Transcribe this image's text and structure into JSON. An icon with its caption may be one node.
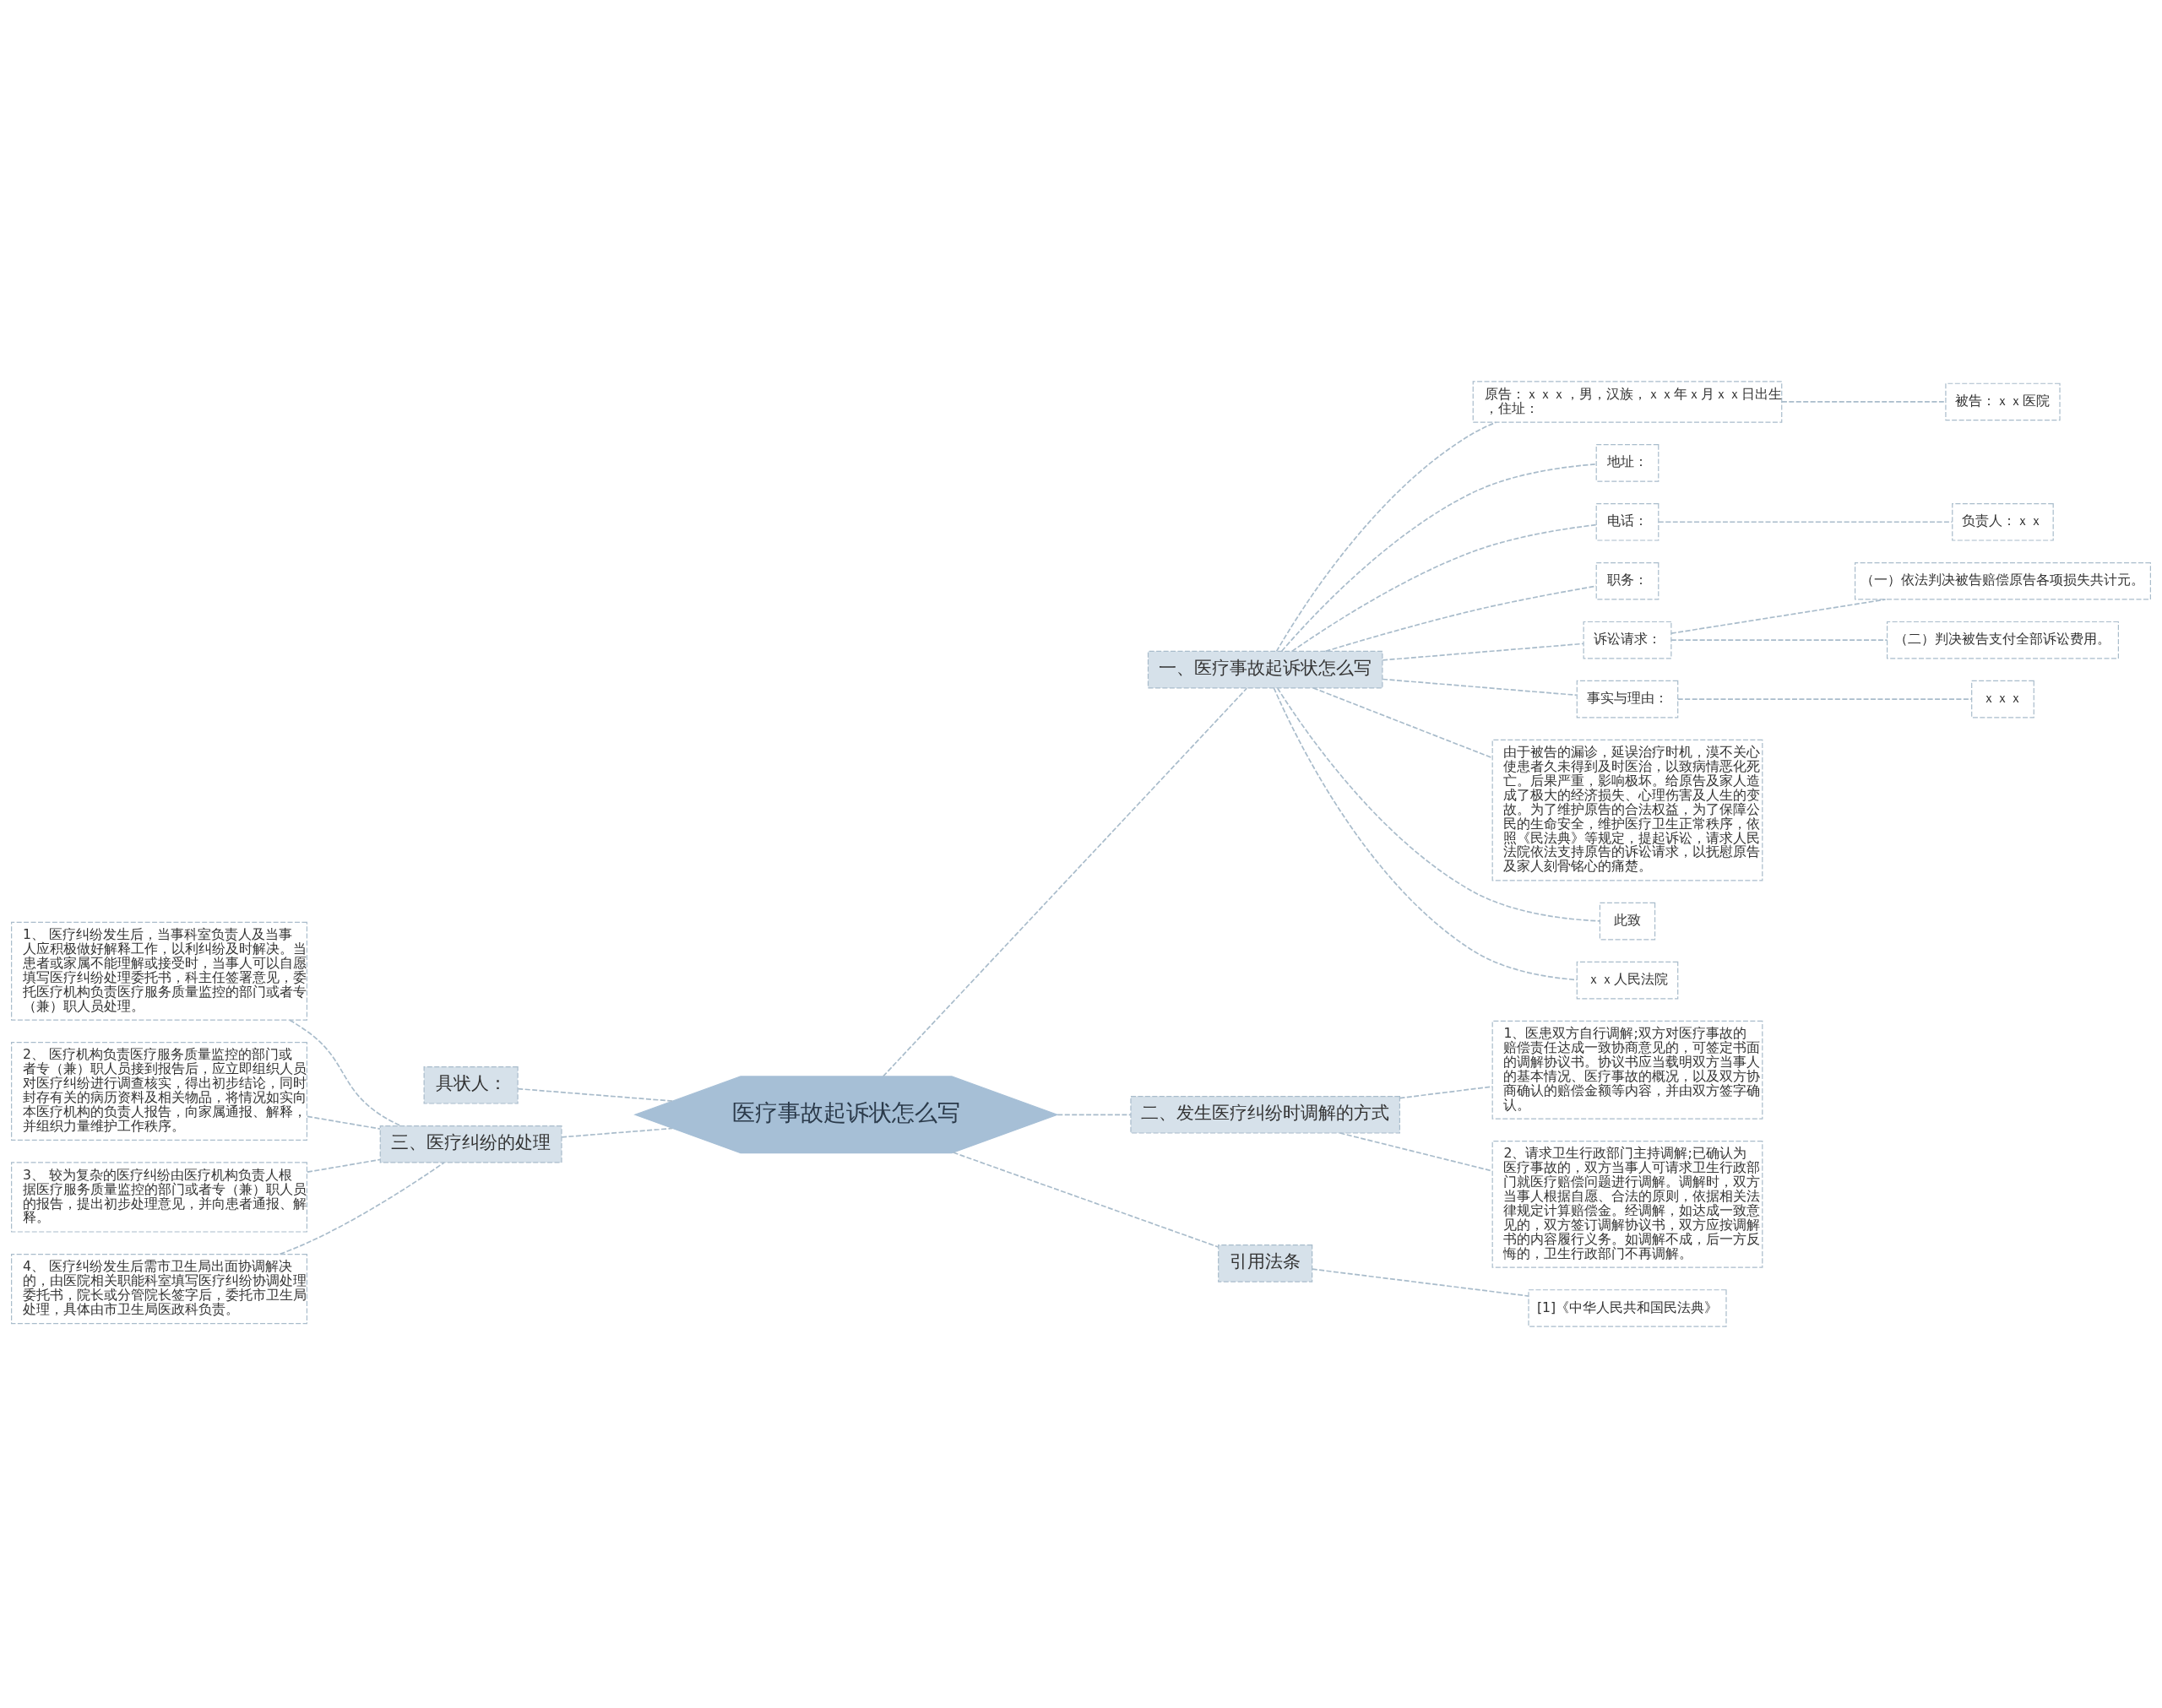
{
  "diagram": {
    "nodes": [
      {
        "text": [
          "医疗事故起诉状怎么写"
        ]
      },
      {
        "text": [
          "一、医疗事故起诉状怎么写"
        ]
      },
      {
        "text": [
          "原告：ｘｘｘ，男，汉族，ｘｘ年ｘ月ｘｘ日出生，住址："
        ]
      },
      {
        "text": [
          "被告：ｘｘ医院"
        ]
      },
      {
        "text": [
          "地址："
        ]
      },
      {
        "text": [
          "电话："
        ]
      },
      {
        "text": [
          "负责人：ｘｘ"
        ]
      },
      {
        "text": [
          "职务："
        ]
      },
      {
        "text": [
          "诉讼请求："
        ]
      },
      {
        "text": [
          "（一）依法判决被告赔偿原告各项损失共计元。"
        ]
      },
      {
        "text": [
          "（二）判决被告支付全部诉讼费用。"
        ]
      },
      {
        "text": [
          "事实与理由："
        ]
      },
      {
        "text": [
          "ｘｘｘ"
        ]
      },
      {
        "text": [
          "由于被告的漏诊，延误治疗时机，漠不关心使患者久未得到及时医治，以致病情恶化死亡。后果严重，影响极坏。给原告及家人造成了极大的经济损失、心理伤害及人生的变故。为了维护原告的合法权益，为了保障公民的生命安全，维护医疗卫生正常秩序，依照《民法典》等规定，提起诉讼，请求人民法院依法支持原告的诉讼请求，以抚慰原告及家人刻骨铭心的痛楚。"
        ]
      },
      {
        "text": [
          "此致"
        ]
      },
      {
        "text": [
          "ｘｘ人民法院"
        ]
      },
      {
        "text": [
          "二、发生医疗纠纷时调解的方式"
        ]
      },
      {
        "text": [
          "1、医患双方自行调解;双方对医疗事故的赔偿责任达成一致协商意见的，可签定书面的调解协议书。协议书应当载明双方当事人的基本情况、医疗事故的概况，以及双方协商确认的赔偿金额等内容，并由双方签字确认。"
        ]
      },
      {
        "text": [
          "2、请求卫生行政部门主持调解;已确认为医疗事故的，双方当事人可请求卫生行政部门就医疗赔偿问题进行调解。调解时，双方当事人根据自愿、合法的原则，依据相关法律规定计算赔偿金。经调解，如达成一致意见的，双方签订调解协议书，双方应按调解书的内容履行义务。如调解不成，后一方反悔的，卫生行政部门不再调解。"
        ]
      },
      {
        "text": [
          "引用法条"
        ]
      },
      {
        "text": [
          "[1]《中华人民共和国民法典》"
        ]
      },
      {
        "text": [
          "具状人："
        ]
      },
      {
        "text": [
          "三、医疗纠纷的处理"
        ]
      },
      {
        "text": [
          "1、 医疗纠纷发生后，当事科室负责人及当事人应积极做好解释工作，以利纠纷及时解决。当患者或家属不能理解或接受时，当事人可以自愿填写医疗纠纷处理委托书，科主任签署意见，委托医疗机构负责医疗服务质量监控的部门或者专（兼）职人员处理。"
        ]
      },
      {
        "text": [
          "2、 医疗机构负责医疗服务质量监控的部门或者专（兼）职人员接到报告后，应立即组织人员对医疗纠纷进行调查核实，得出初步结论，同时封存有关的病历资料及相关物品，将情况如实向本医疗机构的负责人报告，向家属通报、解释，并组织力量维护工作秩序。"
        ]
      },
      {
        "text": [
          "3、 较为复杂的医疗纠纷由医疗机构负责人根据医疗服务质量监控的部门或者专（兼）职人员的报告，提出初步处理意见，并向患者通报、解释。"
        ]
      },
      {
        "text": [
          "4、 医疗纠纷发生后需市卫生局出面协调解决的，由医院相关职能科室填写医疗纠纷协调处理委托书，院长或分管院长签字后，委托市卫生局处理，具体由市卫生局医政科负责。"
        ]
      }
    ],
    "edges": [
      {
        "from": 0,
        "to": 1,
        "arrow": "none",
        "style": "dashed"
      },
      {
        "from": 1,
        "to": 2,
        "arrow": "none",
        "style": "dashed"
      },
      {
        "from": 2,
        "to": 3,
        "arrow": "none",
        "style": "dashed"
      },
      {
        "from": 1,
        "to": 4,
        "arrow": "none",
        "style": "dashed"
      },
      {
        "from": 1,
        "to": 5,
        "arrow": "none",
        "style": "dashed"
      },
      {
        "from": 5,
        "to": 6,
        "arrow": "none",
        "style": "dashed"
      },
      {
        "from": 1,
        "to": 7,
        "arrow": "none",
        "style": "dashed"
      },
      {
        "from": 1,
        "to": 8,
        "arrow": "none",
        "style": "dashed"
      },
      {
        "from": 8,
        "to": 9,
        "arrow": "none",
        "style": "dashed"
      },
      {
        "from": 8,
        "to": 10,
        "arrow": "none",
        "style": "dashed"
      },
      {
        "from": 1,
        "to": 11,
        "arrow": "none",
        "style": "dashed"
      },
      {
        "from": 11,
        "to": 12,
        "arrow": "none",
        "style": "dashed"
      },
      {
        "from": 1,
        "to": 13,
        "arrow": "none",
        "style": "dashed"
      },
      {
        "from": 1,
        "to": 14,
        "arrow": "none",
        "style": "dashed"
      },
      {
        "from": 1,
        "to": 15,
        "arrow": "none",
        "style": "dashed"
      },
      {
        "from": 0,
        "to": 16,
        "arrow": "none",
        "style": "dashed"
      },
      {
        "from": 16,
        "to": 17,
        "arrow": "none",
        "style": "dashed"
      },
      {
        "from": 16,
        "to": 18,
        "arrow": "none",
        "style": "dashed"
      },
      {
        "from": 0,
        "to": 19,
        "arrow": "none",
        "style": "dashed"
      },
      {
        "from": 19,
        "to": 20,
        "arrow": "none",
        "style": "dashed"
      },
      {
        "from": 0,
        "to": 21,
        "arrow": "none",
        "style": "dashed"
      },
      {
        "from": 0,
        "to": 22,
        "arrow": "none",
        "style": "dashed"
      },
      {
        "from": 22,
        "to": 23,
        "arrow": "none",
        "style": "dashed"
      },
      {
        "from": 22,
        "to": 24,
        "arrow": "none",
        "style": "dashed"
      },
      {
        "from": 22,
        "to": 25,
        "arrow": "none",
        "style": "dashed"
      },
      {
        "from": 22,
        "to": 26,
        "arrow": "none",
        "style": "dashed"
      }
    ]
  }
}
